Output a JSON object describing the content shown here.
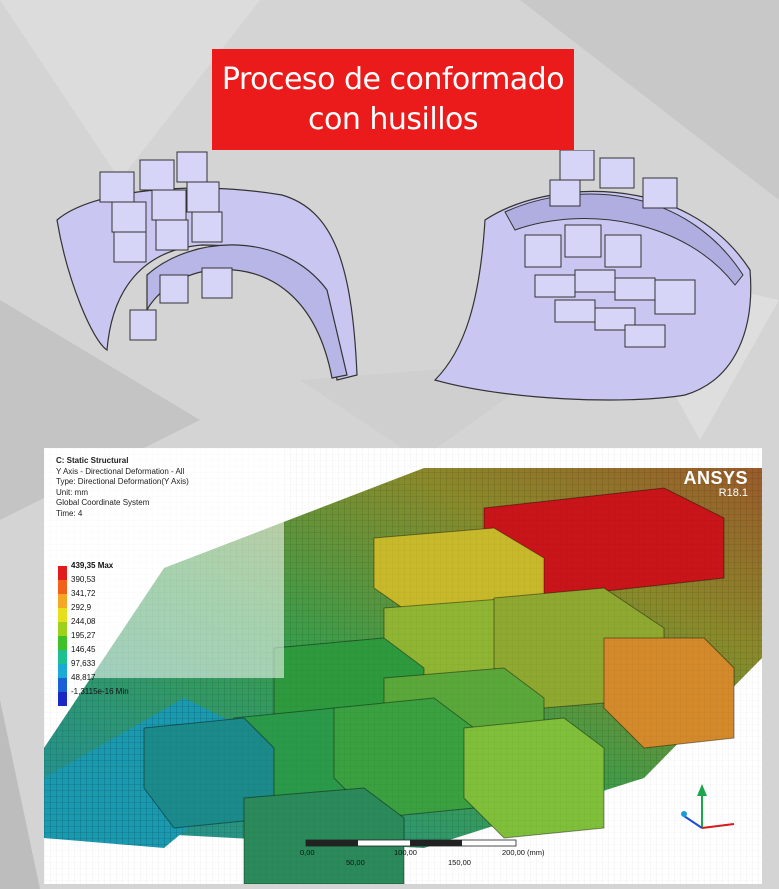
{
  "title": {
    "line1": "Proceso de conformado",
    "line2": "con husillos"
  },
  "colors": {
    "banner": "#ec1b1b",
    "part": "#c9c7f2",
    "part_edge": "#333"
  },
  "simulation": {
    "header": "C: Static Structural",
    "info": [
      "Y Axis - Directional Deformation - All",
      "Type: Directional Deformation(Y Axis)",
      "Unit: mm",
      "Global Coordinate System",
      "Time: 4"
    ],
    "legend": [
      {
        "label": "439,35 Max",
        "color": "#e11b1b"
      },
      {
        "label": "390,53",
        "color": "#f2611a"
      },
      {
        "label": "341,72",
        "color": "#f5a623"
      },
      {
        "label": "292,9",
        "color": "#e6e01c"
      },
      {
        "label": "244,08",
        "color": "#9ed11b"
      },
      {
        "label": "195,27",
        "color": "#3fbf2a"
      },
      {
        "label": "146,45",
        "color": "#1fc08f"
      },
      {
        "label": "97,633",
        "color": "#1ba9d6"
      },
      {
        "label": "48,817",
        "color": "#1b5fd6"
      },
      {
        "label": "-1,3115e-16 Min",
        "color": "#1b27c4"
      }
    ],
    "brand": "ANSYS",
    "version": "R18.1",
    "scale": {
      "a": "0,00",
      "b": "100,00",
      "c": "200,00 (mm)",
      "d": "50,00",
      "e": "150,00"
    }
  }
}
